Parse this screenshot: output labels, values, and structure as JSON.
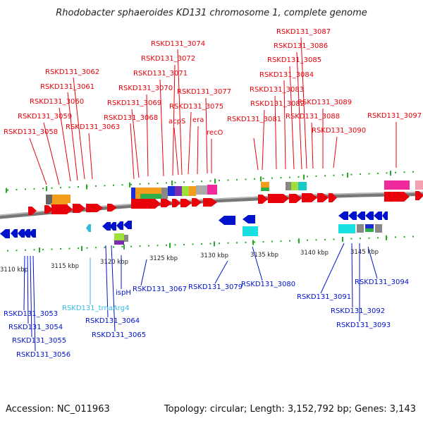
{
  "title": "Rhodobacter sphaeroides KD131 chromosome 1, complete genome",
  "accession": "Accession: NC_011963",
  "summary": "Topology: circular; Length: 3,152,792 bp; Genes: 3,143",
  "colors": {
    "forward": "#e8000b",
    "reverse": "#0012cc",
    "trna": "#33bbdd",
    "backbone": "#888888",
    "tick": "#22aa22"
  },
  "kbp_labels": [
    "3110 kbp",
    "3115 kbp",
    "3120 kbp",
    "3125 kbp",
    "3130 kbp",
    "3135 kbp",
    "3140 kbp",
    "3145 kbp"
  ],
  "top_labels": [
    "RSKD131_3058",
    "RSKD131_3059",
    "RSKD131_3060",
    "RSKD131_3061",
    "RSKD131_3062",
    "RSKD131_3063",
    "RSKD131_3068",
    "RSKD131_3069",
    "RSKD131_3070",
    "RSKD131_3071",
    "RSKD131_3072",
    "RSKD131_3074",
    "acpS",
    "RSKD131_3075",
    "era",
    "RSKD131_3077",
    "recO",
    "RSKD131_3081",
    "RSKD131_3082",
    "RSKD131_3083",
    "RSKD131_3084",
    "RSKD131_3085",
    "RSKD131_3086",
    "RSKD131_3087",
    "RSKD131_3088",
    "RSKD131_3089",
    "RSKD131_3090",
    "RSKD131_3097"
  ],
  "bottom_labels": [
    "RSKD131_3053",
    "RSKD131_3054",
    "RSKD131_3055",
    "RSKD131_3056",
    "RSKD131_trnaArg4",
    "RSKD131_3064",
    "RSKD131_3065",
    "ispH",
    "RSKD131_3067",
    "RSKD131_3079",
    "RSKD131_3080",
    "RSKD131_3091",
    "RSKD131_3092",
    "RSKD131_3093",
    "RSKD131_3094"
  ]
}
